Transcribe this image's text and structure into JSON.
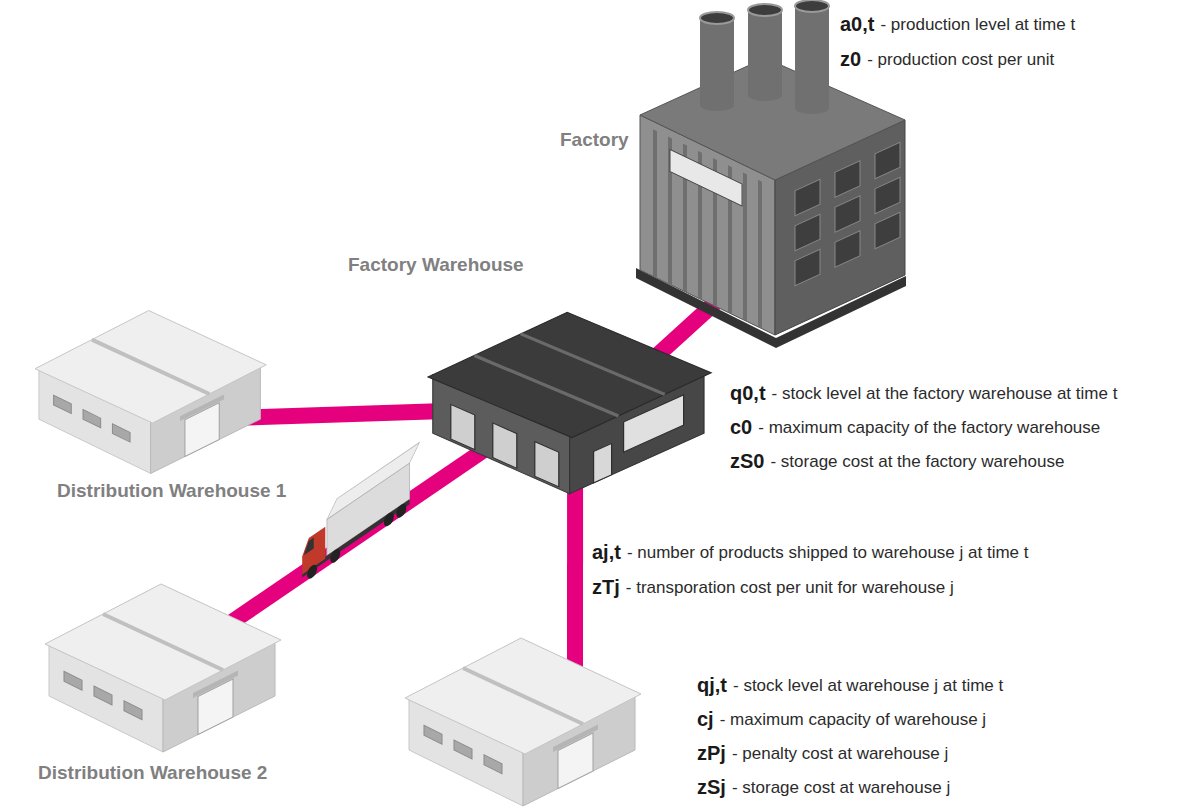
{
  "diagram": {
    "nodes": [
      {
        "text": [
          "Factory",
          "a0,t",
          "- production level at time t",
          "z0",
          "- production cost per unit"
        ]
      },
      {
        "text": [
          "Factory Warehouse",
          "q0,t",
          "- stock level at the factory warehouse at time t",
          "c0",
          "- maximum capacity of the factory warehouse",
          "zS0",
          "- storage cost at the factory warehouse"
        ]
      },
      {
        "text": [
          "Distribution Warehouse 1"
        ]
      },
      {
        "text": [
          "Distribution Warehouse 2"
        ]
      },
      {
        "text": [
          "qj,t",
          "- stock level at warehouse j at time t",
          "cj",
          "- maximum capacity of warehouse j",
          "zPj",
          "- penalty cost at warehouse j",
          "zSj",
          "- storage cost at warehouse j"
        ]
      }
    ],
    "edges": [
      {
        "from": 0,
        "to": 1,
        "arrow": "none"
      },
      {
        "from": 1,
        "to": 2,
        "arrow": "none"
      },
      {
        "from": 1,
        "to": 3,
        "arrow": "none"
      },
      {
        "from": 1,
        "to": 4,
        "arrow": "none"
      }
    ],
    "labels": [
      "aj,t",
      "- number of products shipped to warehouse j at time t",
      "zTj",
      "- transporation cost per unit for warehouse j"
    ]
  }
}
